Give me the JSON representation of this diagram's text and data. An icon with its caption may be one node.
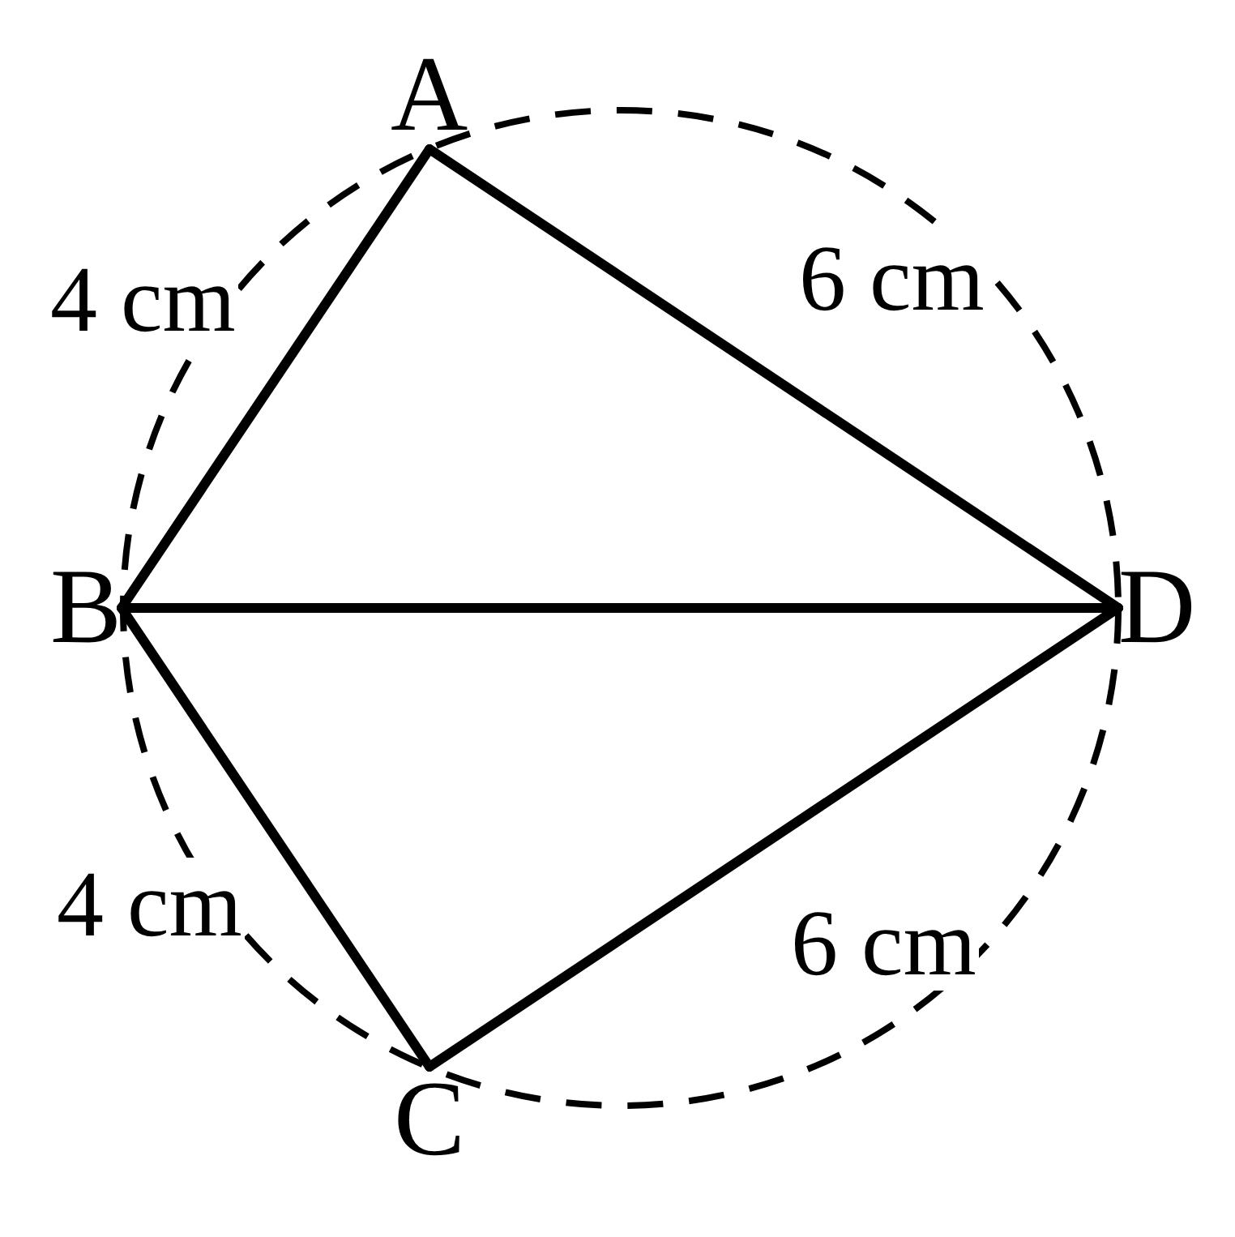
{
  "diagram": {
    "nodes": [
      {
        "text": [
          "A"
        ]
      },
      {
        "text": [
          "B"
        ]
      },
      {
        "text": [
          "C"
        ]
      },
      {
        "text": [
          "D"
        ]
      }
    ],
    "edges": [
      {
        "from": 0,
        "to": 1,
        "arrow": "none",
        "label": "4 cm"
      },
      {
        "from": 0,
        "to": 3,
        "arrow": "none",
        "label": "6 cm"
      },
      {
        "from": 1,
        "to": 3,
        "arrow": "none"
      },
      {
        "from": 1,
        "to": 2,
        "arrow": "none",
        "label": "4 cm"
      },
      {
        "from": 2,
        "to": 3,
        "arrow": "none",
        "label": "6 cm"
      }
    ]
  }
}
